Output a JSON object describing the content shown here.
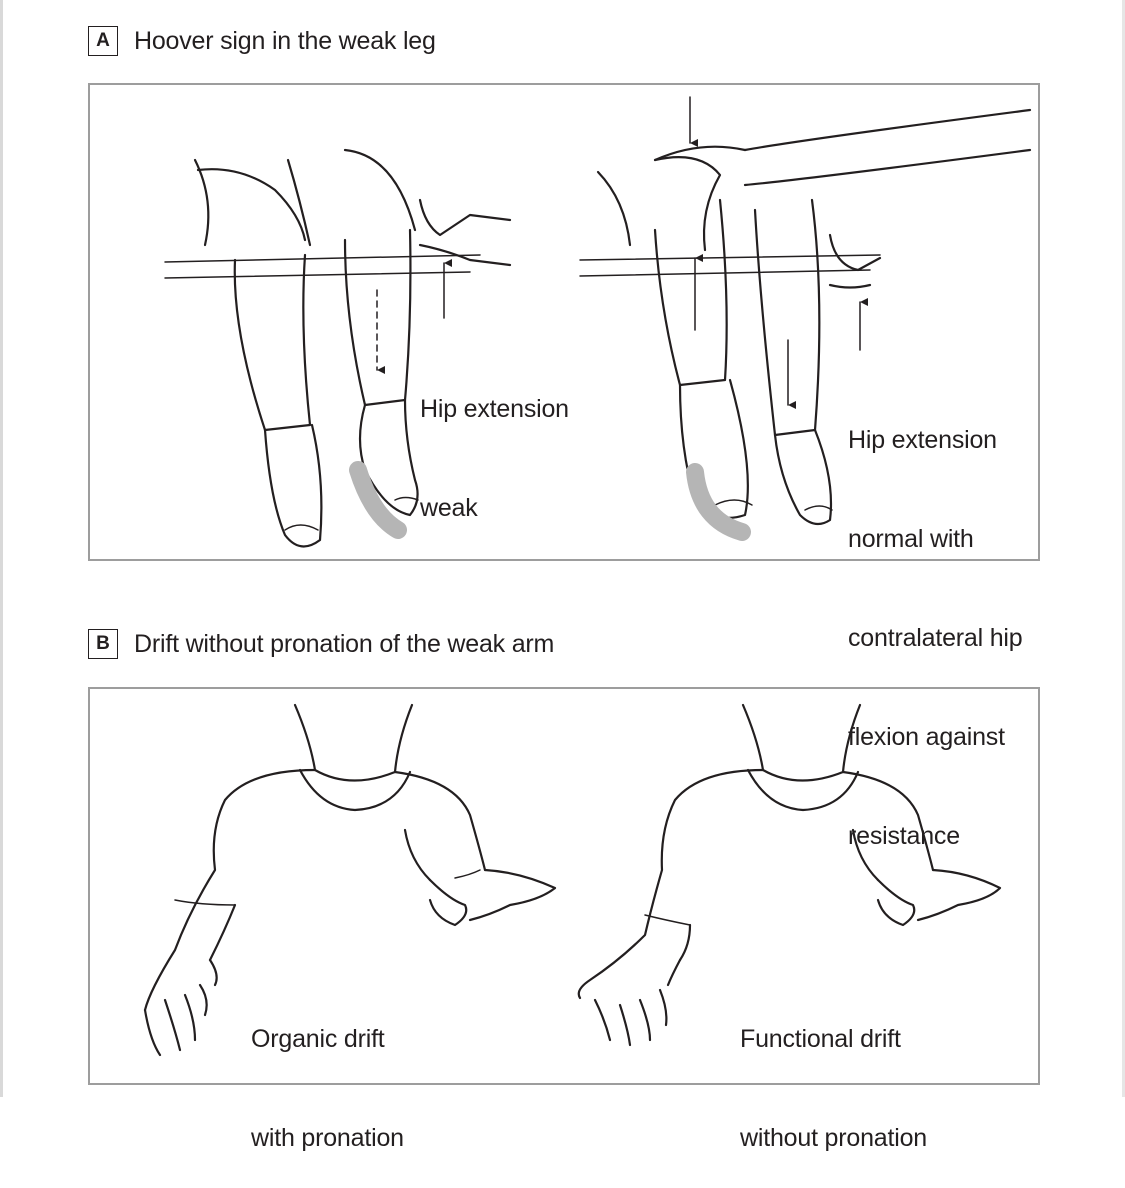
{
  "panel_a": {
    "letter": "A",
    "title": "Hoover sign in the weak leg",
    "caption_left": [
      "Hip extension",
      "weak"
    ],
    "caption_right": [
      "Hip extension",
      "normal with",
      "contralateral hip",
      "flexion against",
      "resistance"
    ]
  },
  "panel_b": {
    "letter": "B",
    "title": "Drift without pronation of the weak arm",
    "caption_left": [
      "Organic drift",
      "with pronation"
    ],
    "caption_right": [
      "Functional drift",
      "without pronation"
    ]
  }
}
